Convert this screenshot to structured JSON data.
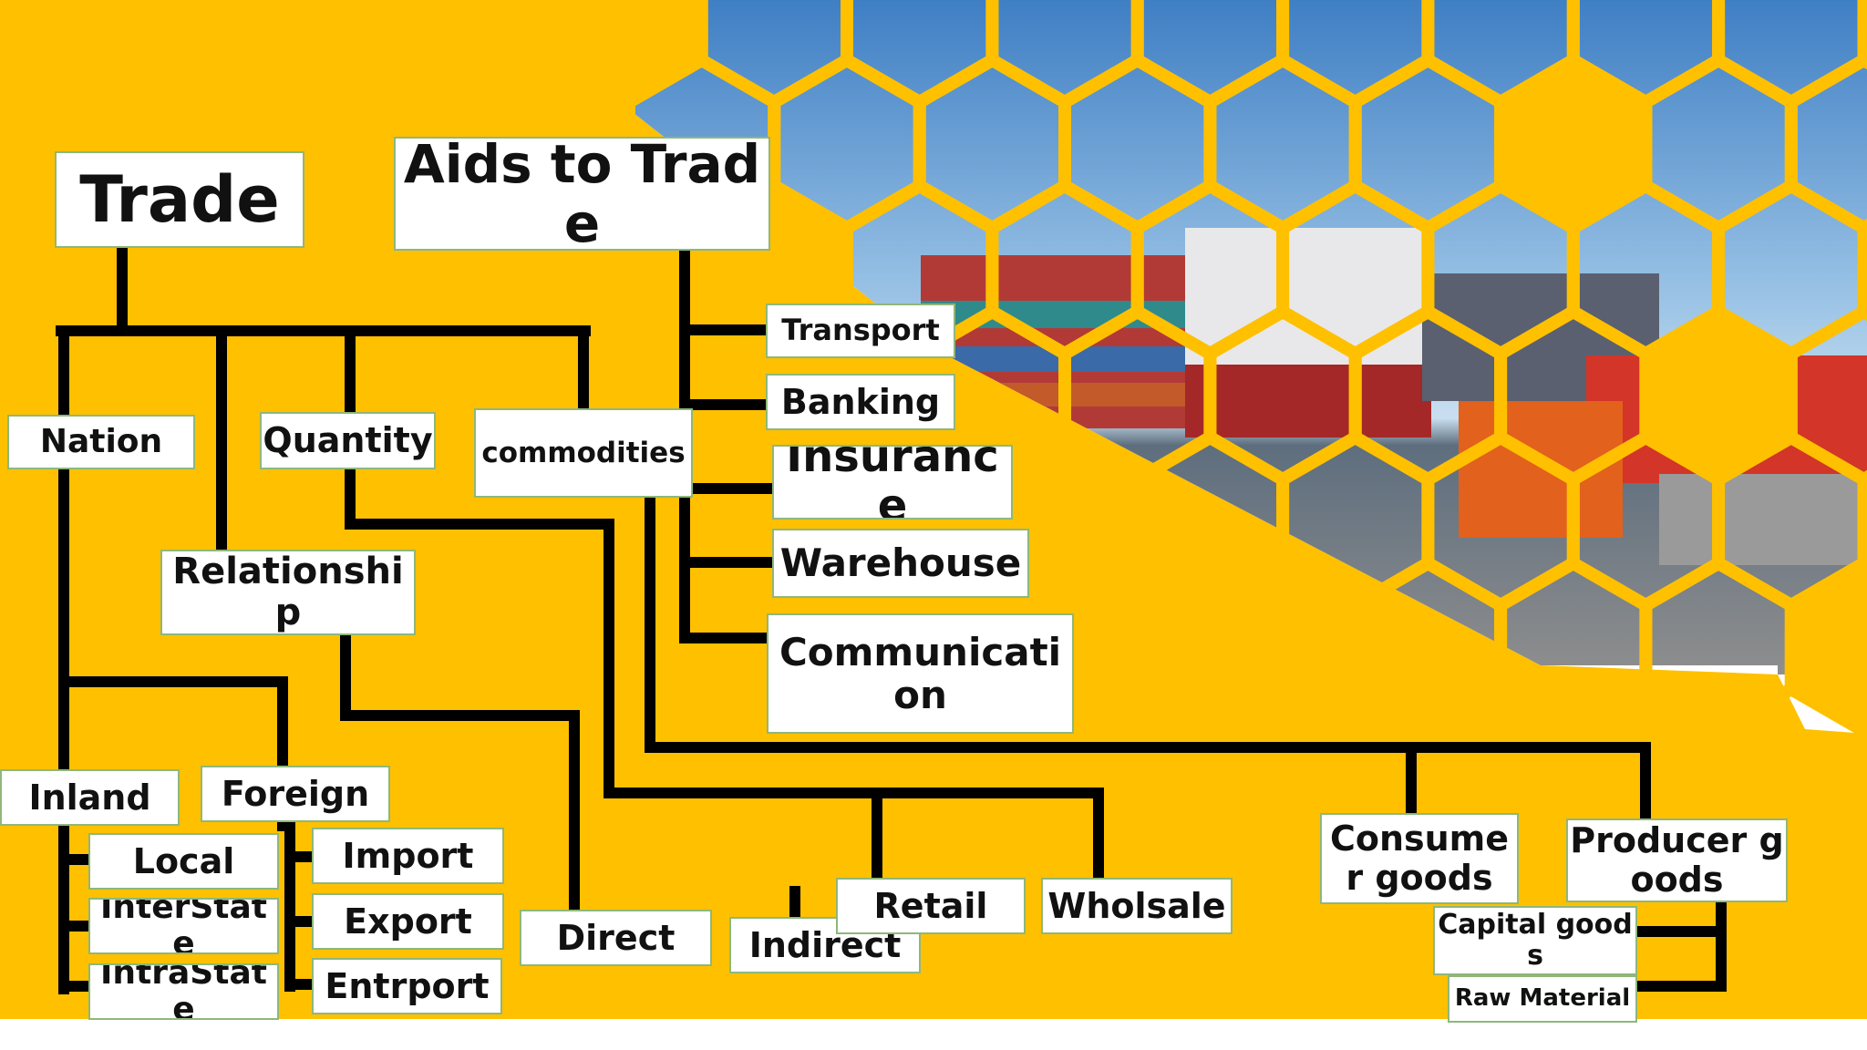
{
  "colors": {
    "background": "#ffc000",
    "line": "#000000",
    "box_fill": "#ffffff",
    "box_border": "#8fb77a"
  },
  "decoration": {
    "photo": "container-port-hexagon-collage",
    "icon": "hexagon-photo-mosaic"
  },
  "nodes": {
    "trade": "Trade",
    "aids": "Aids to Trade",
    "nation": "Nation",
    "quantity": "Quantity",
    "commodities": "commodities",
    "relationship": "Relationship",
    "transport": "Transport",
    "banking": "Banking",
    "insurance": "Insurance",
    "warehouse": "Warehouse",
    "communication": "Communication",
    "inland": "Inland",
    "foreign": "Foreign",
    "local": "Local",
    "interstate": "InterState",
    "intrastate": "IntraState",
    "import": "Import",
    "export": "Export",
    "entrport": "Entrport",
    "direct": "Direct",
    "indirect": "Indirect",
    "retail": "Retail",
    "wholsale": "Wholsale",
    "consumer_goods": "Consumer goods",
    "producer_goods": "Producer goods",
    "capital_goods": "Capital goods",
    "raw_material": "Raw Material"
  }
}
